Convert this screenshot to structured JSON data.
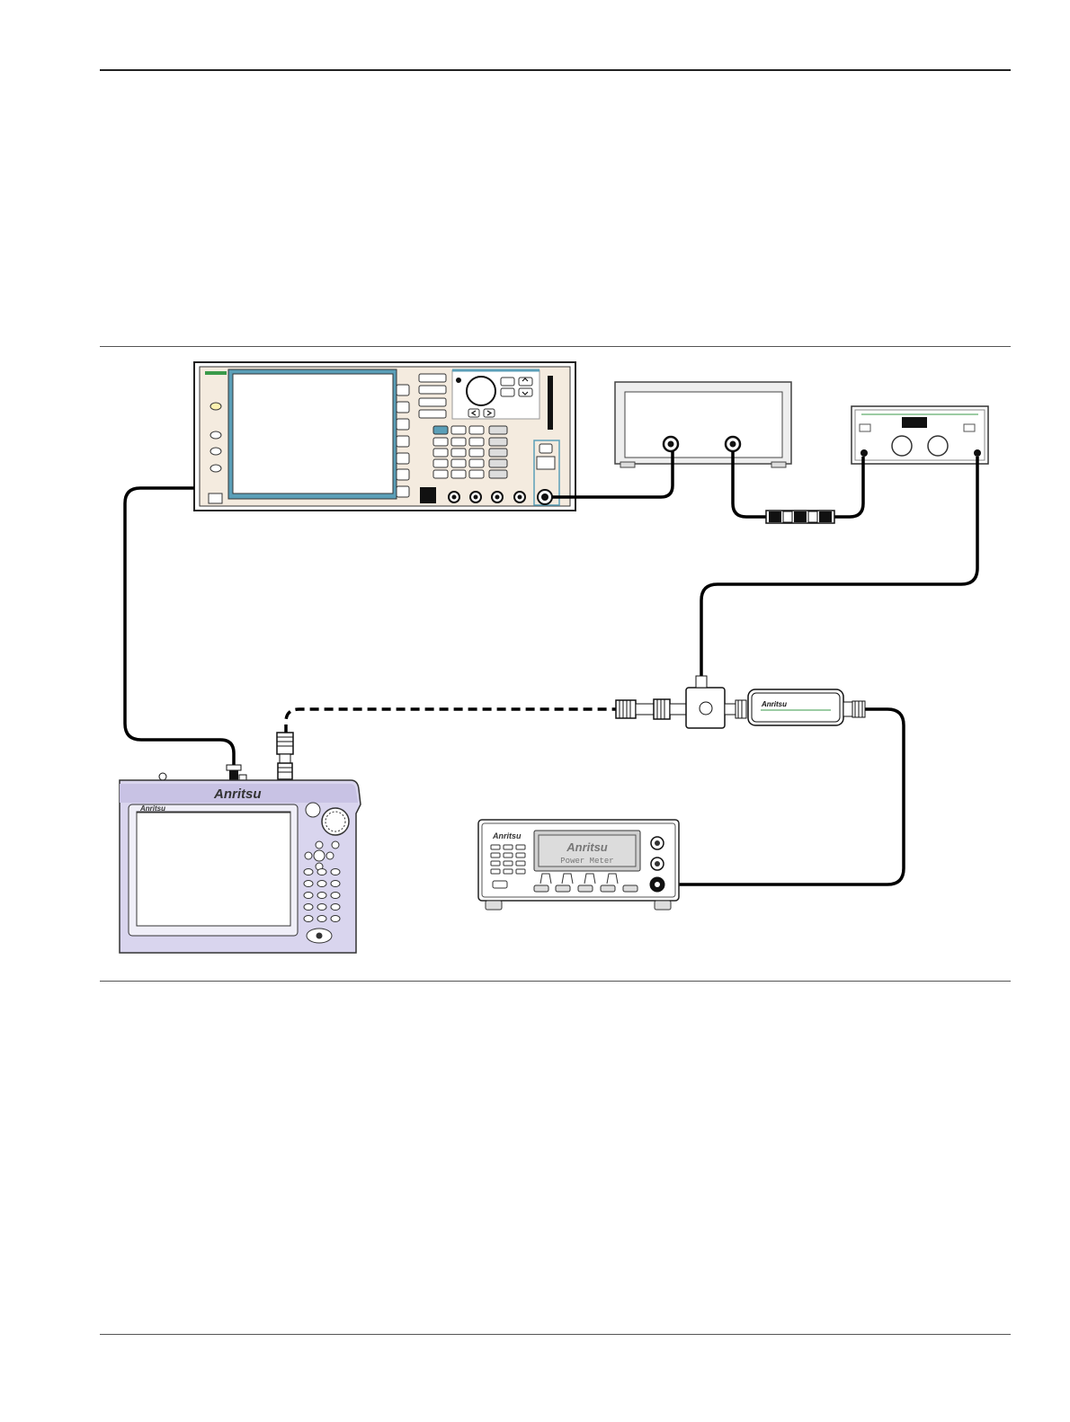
{
  "devices": {
    "handheld_analyzer": {
      "logo": "Anritsu",
      "screen_logo": "Anritsu"
    },
    "power_meter": {
      "badge": "Anritsu",
      "screen_logo": "Anritsu",
      "screen_text": "Power Meter"
    },
    "power_sensor": {
      "logo": "Anritsu"
    }
  },
  "colors": {
    "sig_gen_screen": "#5b9fb8",
    "sig_gen_body": "#f4ebdf",
    "sig_gen_accent": "#3a9a4a",
    "handheld_body": "#d9d5ee",
    "power_meter_screen": "#d0d0d0",
    "cable": "#000000"
  },
  "icons": [
    "knob-icon",
    "connector-icon",
    "antenna-icon",
    "arrow-left-icon",
    "arrow-right-icon",
    "arrow-up-icon",
    "arrow-down-icon"
  ]
}
